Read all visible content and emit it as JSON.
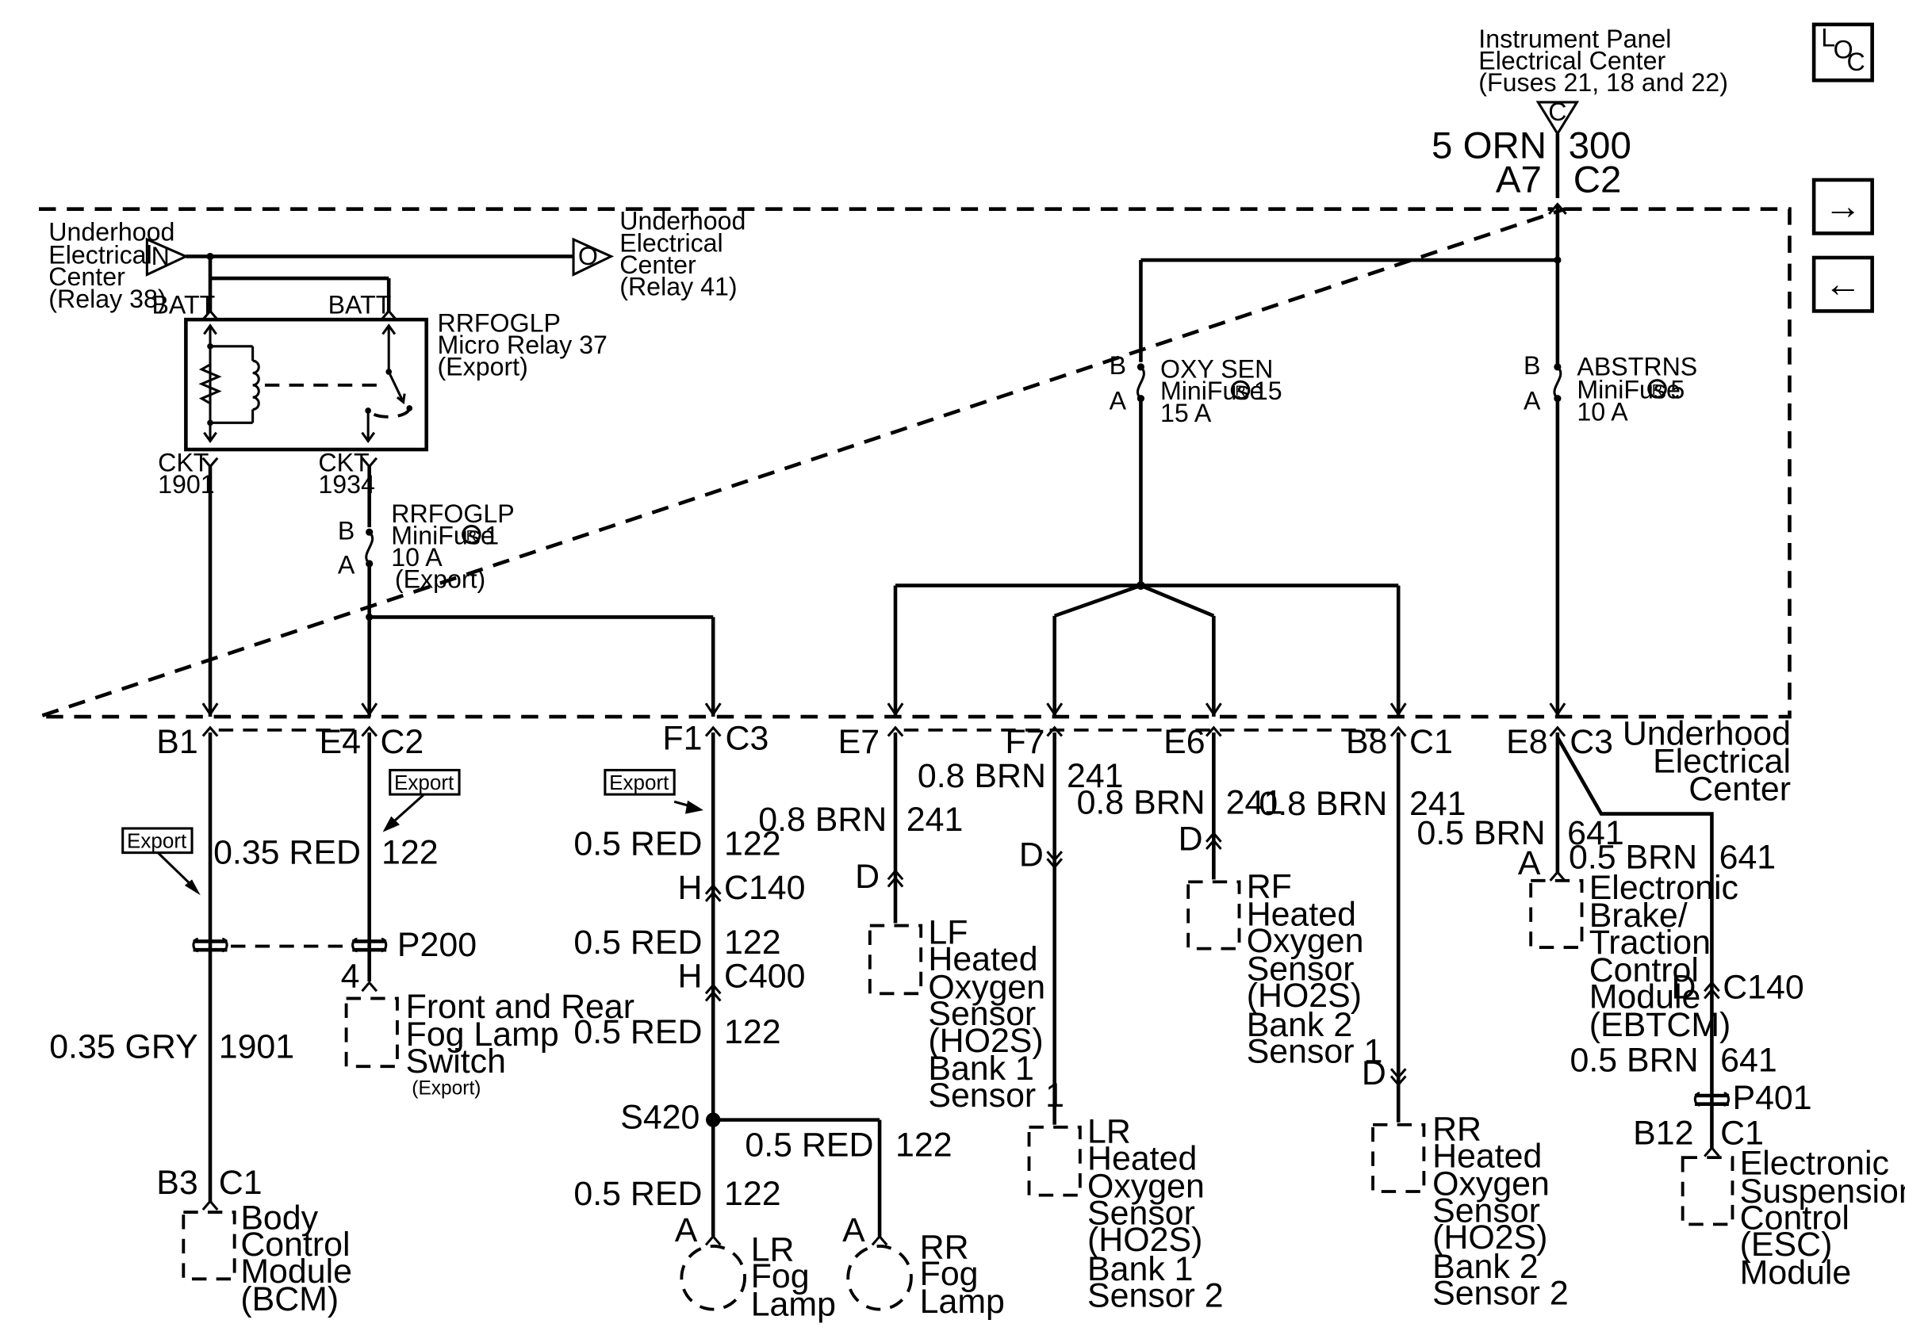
{
  "loc_label": {
    "l": "L",
    "o": "O",
    "c": "C"
  },
  "nav": {
    "next": "→",
    "prev": "←"
  },
  "ipec": {
    "title_lines": [
      "Instrument Panel",
      "Electrical Center",
      "(Fuses 21, 18 and 22)"
    ],
    "connector": "C",
    "wire": "5 ORN",
    "circuit": "300",
    "pin": "A7",
    "conn": "C2"
  },
  "uec_n": {
    "lines": [
      "Underhood",
      "Electrical",
      "Center",
      "(Relay 38)"
    ],
    "connector": "N"
  },
  "uec_o": {
    "lines": [
      "Underhood",
      "Electrical",
      "Center",
      "(Relay 41)"
    ],
    "connector": "O"
  },
  "relay": {
    "batt1": "BATT",
    "batt2": "BATT",
    "lines": [
      "RRFOGLP",
      "Micro Relay 37",
      "(Export)"
    ],
    "ckt1": "CKT",
    "ckt1_num": "1901",
    "ckt2": "CKT",
    "ckt2_num": "1934"
  },
  "fuse_fog": {
    "b": "B",
    "a": "A",
    "name": "RRFOGLP",
    "mini": "MiniFuse",
    "num": "1",
    "rating": "10 A",
    "export": "(Export)"
  },
  "fuse_oxy": {
    "b": "B",
    "a": "A",
    "name": "OXY SEN",
    "mini": "MiniFuse",
    "num": "15",
    "rating": "15 A"
  },
  "fuse_abs": {
    "b": "B",
    "a": "A",
    "name": "ABSTRNS",
    "mini": "MiniFuse",
    "num": "5",
    "rating": "10 A"
  },
  "reg": "R",
  "uec_bottom": [
    "Underhood",
    "Electrical",
    "Center"
  ],
  "pins": {
    "b1": "B1",
    "e4": "E4",
    "c2": "C2",
    "f1": "F1",
    "c3a": "C3",
    "e7": "E7",
    "f7": "F7",
    "e6": "E6",
    "b8": "B8",
    "c1": "C1",
    "e8": "E8",
    "c3b": "C3"
  },
  "export_tag": "Export",
  "bcm_branch": {
    "wire": "0.35 GRY",
    "circuit": "1901",
    "pin": "B3",
    "conn": "C1",
    "label_lines": [
      "Body",
      "Control",
      "Module",
      "(BCM)"
    ]
  },
  "switch_branch": {
    "wire": "0.35 RED",
    "circuit": "122",
    "p200": "P200",
    "pin": "4",
    "label_lines": [
      "Front and Rear",
      "Fog Lamp",
      "Switch"
    ],
    "export": "(Export)"
  },
  "fog_branch": {
    "w1": "0.5 RED",
    "c1": "122",
    "h1": "H",
    "c140": "C140",
    "w2": "0.5 RED",
    "c2": "122",
    "h2": "H",
    "c400": "C400",
    "w3": "0.5 RED",
    "c3": "122",
    "s420": "S420",
    "w4": "0.5 RED",
    "c4": "122",
    "w5": "0.5 RED",
    "c5": "122",
    "lr_pin": "A",
    "lr_lines": [
      "LR",
      "Fog",
      "Lamp"
    ],
    "rr_pin": "A",
    "rr_lines": [
      "RR",
      "Fog",
      "Lamp"
    ]
  },
  "lf_o2": {
    "wire": "0.8 BRN",
    "circuit": "241",
    "pin": "D",
    "lines": [
      "LF",
      "Heated",
      "Oxygen",
      "Sensor",
      "(HO2S)",
      "Bank 1",
      "Sensor 1"
    ]
  },
  "lr_o2": {
    "wire": "0.8 BRN",
    "circuit": "241",
    "pin": "D",
    "lines": [
      "LR",
      "Heated",
      "Oxygen",
      "Sensor",
      "(HO2S)",
      "Bank 1",
      "Sensor 2"
    ]
  },
  "rf_o2": {
    "wire": "0.8 BRN",
    "circuit": "241",
    "pin": "D",
    "lines": [
      "RF",
      "Heated",
      "Oxygen",
      "Sensor",
      "(HO2S)",
      "Bank 2",
      "Sensor 1"
    ]
  },
  "rr_o2": {
    "wire": "0.8 BRN",
    "circuit": "241",
    "pin": "D",
    "lines": [
      "RR",
      "Heated",
      "Oxygen",
      "Sensor",
      "(HO2S)",
      "Bank 2",
      "Sensor 2"
    ]
  },
  "ebtcm": {
    "wire": "0.5 BRN",
    "circuit": "641",
    "pin": "A",
    "lines": [
      "Electronic",
      "Brake/",
      "Traction",
      "Control",
      "Module",
      "(EBTCM)"
    ]
  },
  "esc": {
    "wire1": "0.5 BRN",
    "circuit1": "641",
    "pin_d": "D",
    "c140": "C140",
    "wire2": "0.5 BRN",
    "circuit2": "641",
    "p401": "P401",
    "pin": "B12",
    "conn": "C1",
    "lines": [
      "Electronic",
      "Suspension",
      "Control",
      "(ESC)",
      "Module"
    ]
  }
}
